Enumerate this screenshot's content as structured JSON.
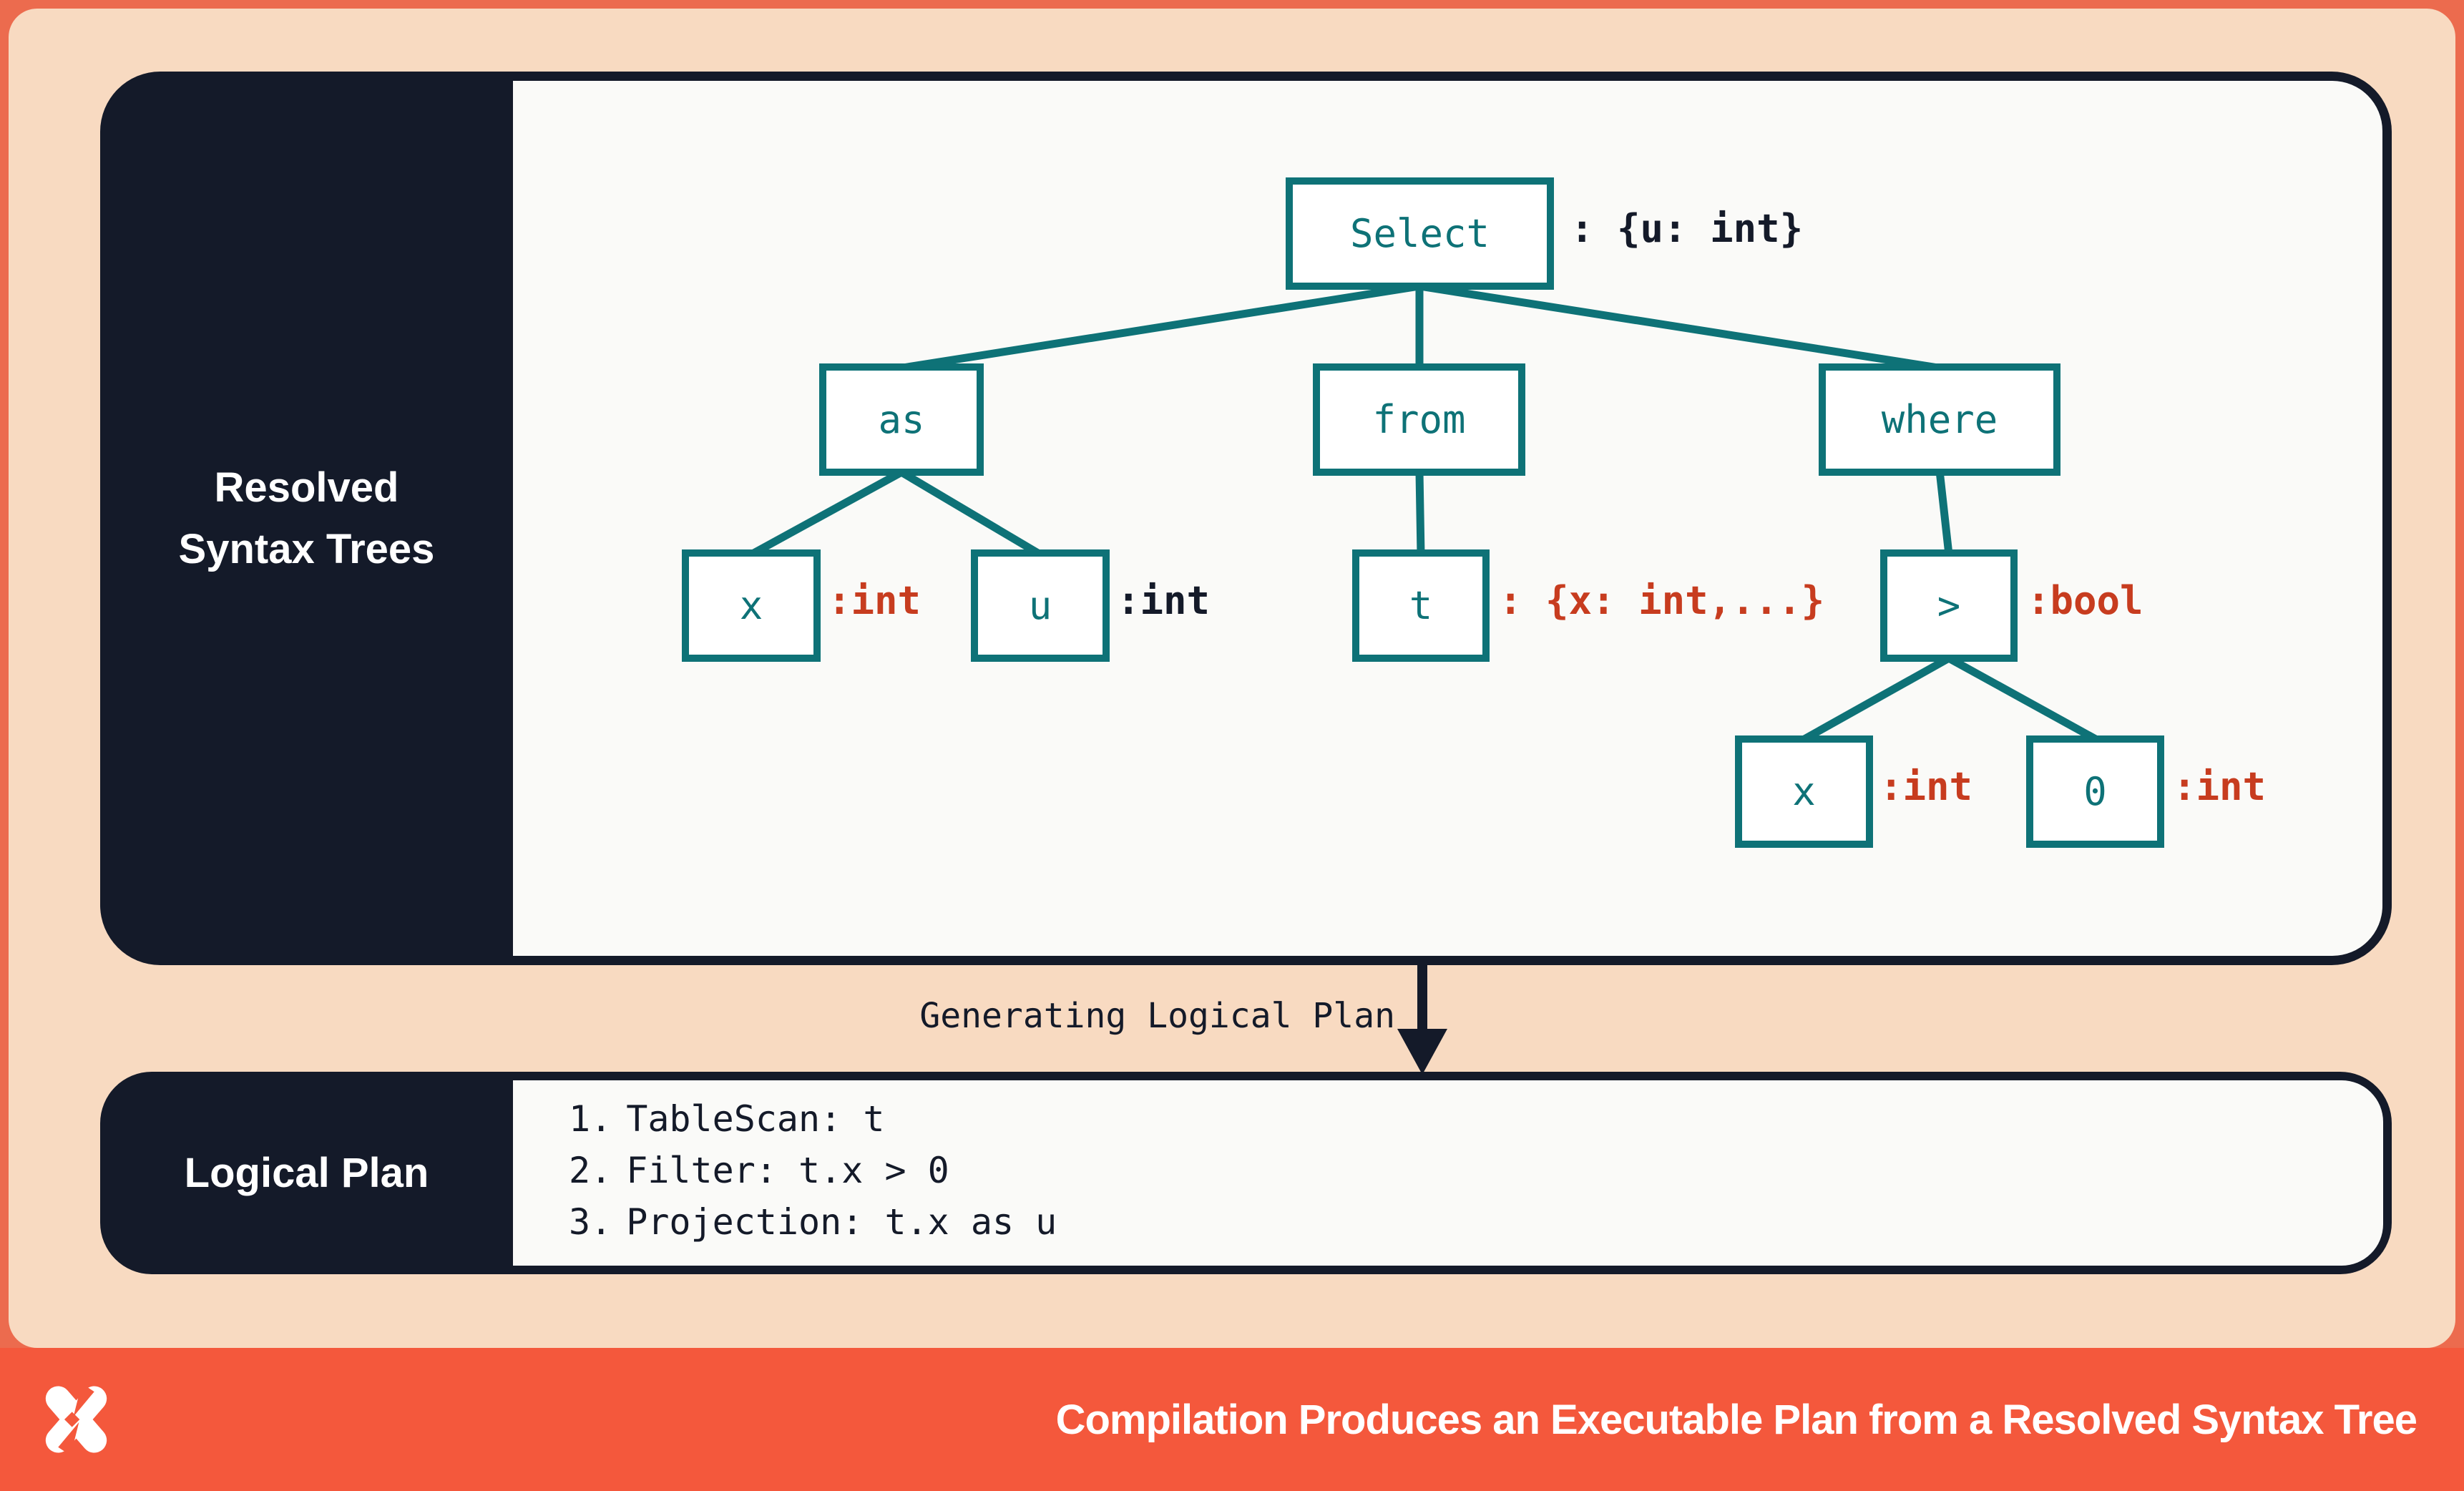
{
  "colors": {
    "frame_orange": "#EC6B4E",
    "footer_orange": "#F4583C",
    "peach_background": "#F8DAC1",
    "dark_navy": "#141A29",
    "panel_white": "#FAFAF8",
    "node_teal": "#0E7277",
    "annotation_red": "#C73C1F",
    "text_white": "#FFFFFF"
  },
  "top_panel": {
    "label": [
      "Resolved",
      "Syntax Trees"
    ]
  },
  "tree": {
    "nodes": [
      {
        "id": "select",
        "label": "Select",
        "annotation": ": {u: int}",
        "annotation_color": "navy"
      },
      {
        "id": "as",
        "label": "as",
        "annotation": "",
        "annotation_color": ""
      },
      {
        "id": "from",
        "label": "from",
        "annotation": "",
        "annotation_color": ""
      },
      {
        "id": "where",
        "label": "where",
        "annotation": "",
        "annotation_color": ""
      },
      {
        "id": "x-projection",
        "label": "x",
        "annotation": ":int",
        "annotation_color": "red"
      },
      {
        "id": "u-alias",
        "label": "u",
        "annotation": ":int",
        "annotation_color": "navy"
      },
      {
        "id": "t-table",
        "label": "t",
        "annotation": ": {x: int,...}",
        "annotation_color": "red"
      },
      {
        "id": "gt-operator",
        "label": ">",
        "annotation": ":bool",
        "annotation_color": "red"
      },
      {
        "id": "x-operand",
        "label": "x",
        "annotation": ":int",
        "annotation_color": "red"
      },
      {
        "id": "zero-operand",
        "label": "0",
        "annotation": ":int",
        "annotation_color": "red"
      }
    ]
  },
  "transition": {
    "label": "Generating Logical Plan"
  },
  "bottom_panel": {
    "label": "Logical Plan",
    "steps": [
      {
        "num": "1.",
        "text": "TableScan: t"
      },
      {
        "num": "2.",
        "text": "Filter: t.x > 0"
      },
      {
        "num": "3.",
        "text": "Projection: t.x as u"
      }
    ]
  },
  "footer": {
    "title": "Compilation Produces an Executable Plan from a Resolved Syntax Tree"
  }
}
